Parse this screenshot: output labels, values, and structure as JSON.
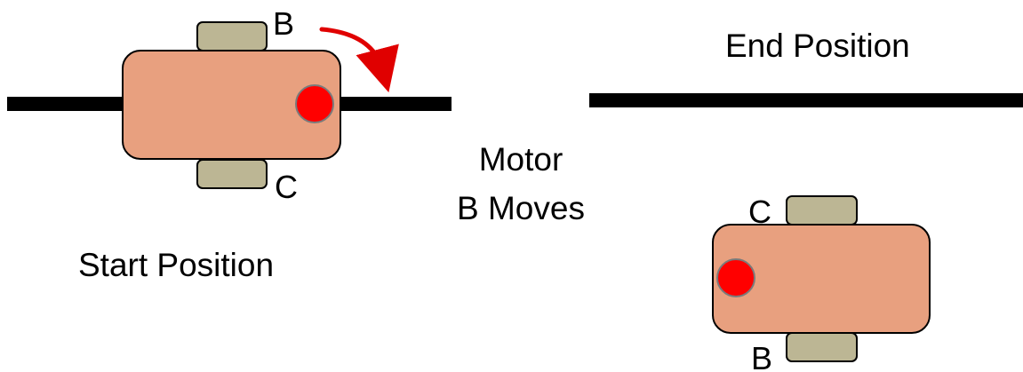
{
  "labels": {
    "end_position": "End Position",
    "start_position": "Start Position",
    "action_line1": "Motor",
    "action_line2": "B Moves"
  },
  "start_robot": {
    "wheel_top": "B",
    "wheel_bottom": "C"
  },
  "end_robot": {
    "wheel_top": "C",
    "wheel_bottom": "B"
  },
  "colors": {
    "body": "#e8a07f",
    "wheel": "#bcb694",
    "sensor": "#ff0000",
    "line": "#000000",
    "arrow": "#e00000"
  }
}
